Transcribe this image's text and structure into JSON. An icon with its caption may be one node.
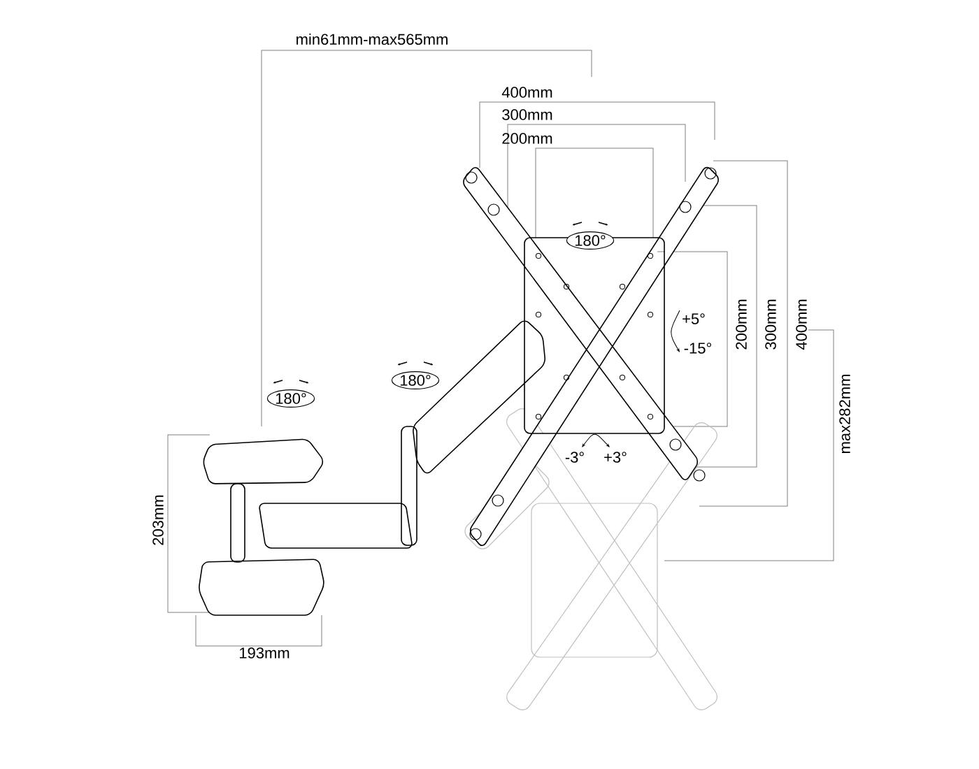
{
  "diagram": {
    "labels": [
      "min61mm-max565mm",
      "400mm",
      "300mm",
      "200mm",
      "180°",
      "+5°",
      "200mm",
      "300mm",
      "400mm",
      "-15°",
      "180°",
      "180°",
      "max282mm",
      "-3°",
      "+3°",
      "203mm",
      "193mm"
    ]
  }
}
